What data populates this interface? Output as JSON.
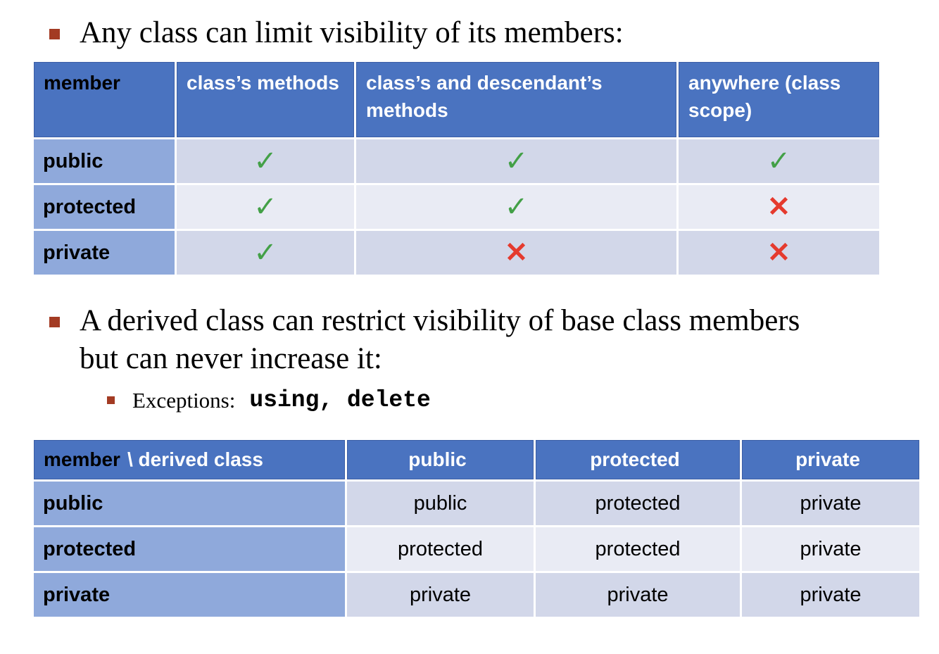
{
  "slide": {
    "bullet1": "Any class can limit visibility of its members:",
    "bullet2": "A derived class can restrict visibility of base class members but can never increase it:",
    "sub_bullet": {
      "label": "Exceptions:",
      "code": "using, delete"
    }
  },
  "colors": {
    "header_blue": "#4A73C0",
    "label_column_blue": "#8FA9DB",
    "band_row_dark": "#D2D7E9",
    "band_row_light": "#E9EBF4",
    "bullet_red": "#A33B23",
    "check_green": "#43A047",
    "cross_red": "#E53A2E"
  },
  "visibility_table": {
    "headers": [
      "member",
      "class’s methods",
      "class’s and descendant’s methods",
      "anywhere (class scope)"
    ],
    "rows": [
      {
        "label": "public",
        "cells": [
          "✓",
          "✓",
          "✓"
        ]
      },
      {
        "label": "protected",
        "cells": [
          "✓",
          "✓",
          "✕"
        ]
      },
      {
        "label": "private",
        "cells": [
          "✓",
          "✕",
          "✕"
        ]
      }
    ]
  },
  "derived_table": {
    "header_member": "member",
    "header_derived": "\\ derived class",
    "column_headers": [
      "public",
      "protected",
      "private"
    ],
    "rows": [
      {
        "label": "public",
        "cells": [
          "public",
          "protected",
          "private"
        ]
      },
      {
        "label": "protected",
        "cells": [
          "protected",
          "protected",
          "private"
        ]
      },
      {
        "label": "private",
        "cells": [
          "private",
          "private",
          "private"
        ]
      }
    ]
  }
}
